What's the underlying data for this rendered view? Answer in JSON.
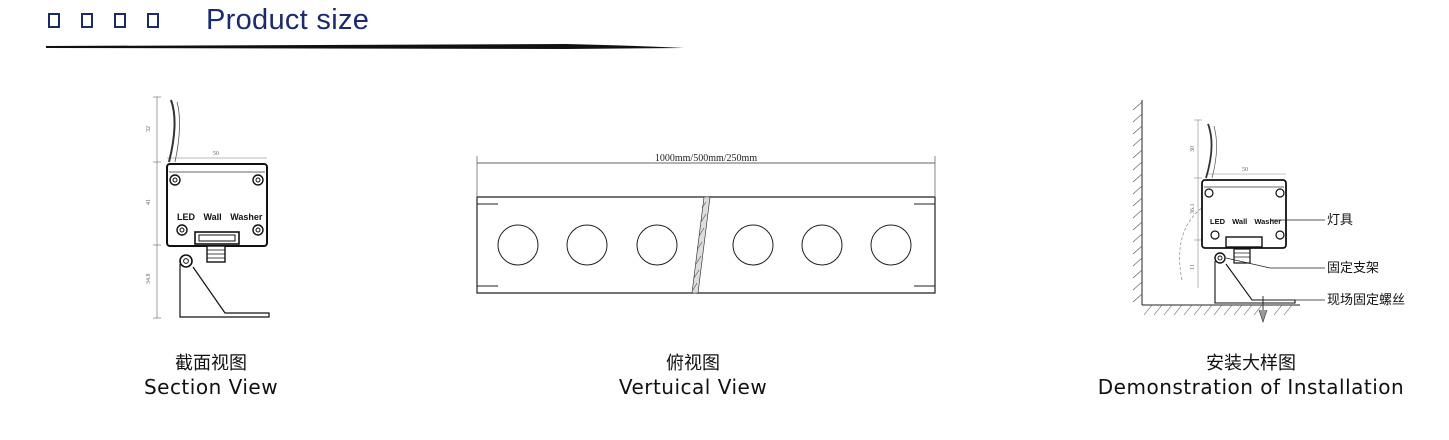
{
  "header": {
    "title": "Product size",
    "box_count": 4,
    "color": "#1a2a6c"
  },
  "section_view": {
    "label": "LED Wall Washer",
    "label_parts": [
      "LED",
      "Wall",
      "Washer"
    ],
    "dims": {
      "width": "50",
      "top": "32",
      "middle": "41",
      "bottom": "34.8"
    },
    "caption_zh": "截面视图",
    "caption_en": "Section View"
  },
  "top_view": {
    "length_label": "1000mm/500mm/250mm",
    "lens_count": 6,
    "caption_zh": "俯视图",
    "caption_en": "Vertuical View"
  },
  "installation": {
    "label_parts": [
      "LED",
      "Wall",
      "Washer"
    ],
    "dims": {
      "width": "50",
      "top": "30",
      "middle": "36.1",
      "bottom": "11"
    },
    "callouts": {
      "lamp": "灯具",
      "bracket": "固定支架",
      "screw": "现场固定螺丝"
    },
    "caption_zh": "安装大样图",
    "caption_en": "Demonstration of Installation"
  }
}
